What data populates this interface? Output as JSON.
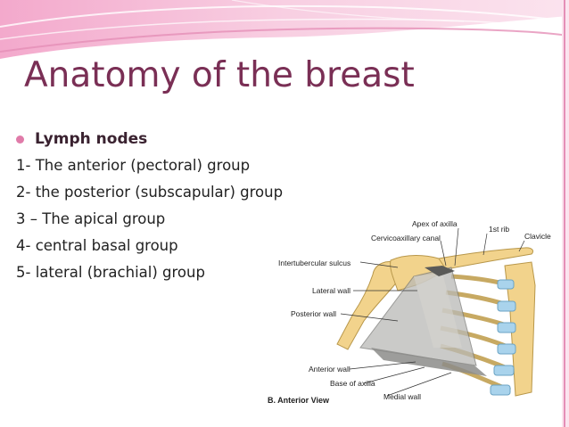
{
  "slide": {
    "title": "Anatomy of the breast",
    "bullet": "Lymph nodes",
    "items": [
      "1- The anterior (pectoral) group",
      "2- the posterior (subscapular) group",
      "3 – The apical group",
      "4- central basal group",
      "5- lateral (brachial) group"
    ]
  },
  "figure": {
    "labels": {
      "apex": "Apex of axilla",
      "first_rib": "1st rib",
      "canal": "Cervicoaxillary canal",
      "clavicle": "Clavicle",
      "sulcus": "Intertubercular sulcus",
      "lateral_wall": "Lateral wall",
      "posterior_wall": "Posterior wall",
      "anterior_wall": "Anterior wall",
      "base": "Base of axilla",
      "medial_wall": "Medial wall",
      "view": "B. Anterior View"
    }
  },
  "colors": {
    "title": "#7a2f55",
    "accent_pink": "#e07ba9",
    "banner_light": "#f6c6dd",
    "bone": "#f2d38c",
    "cartilage": "#a9d3ec"
  }
}
